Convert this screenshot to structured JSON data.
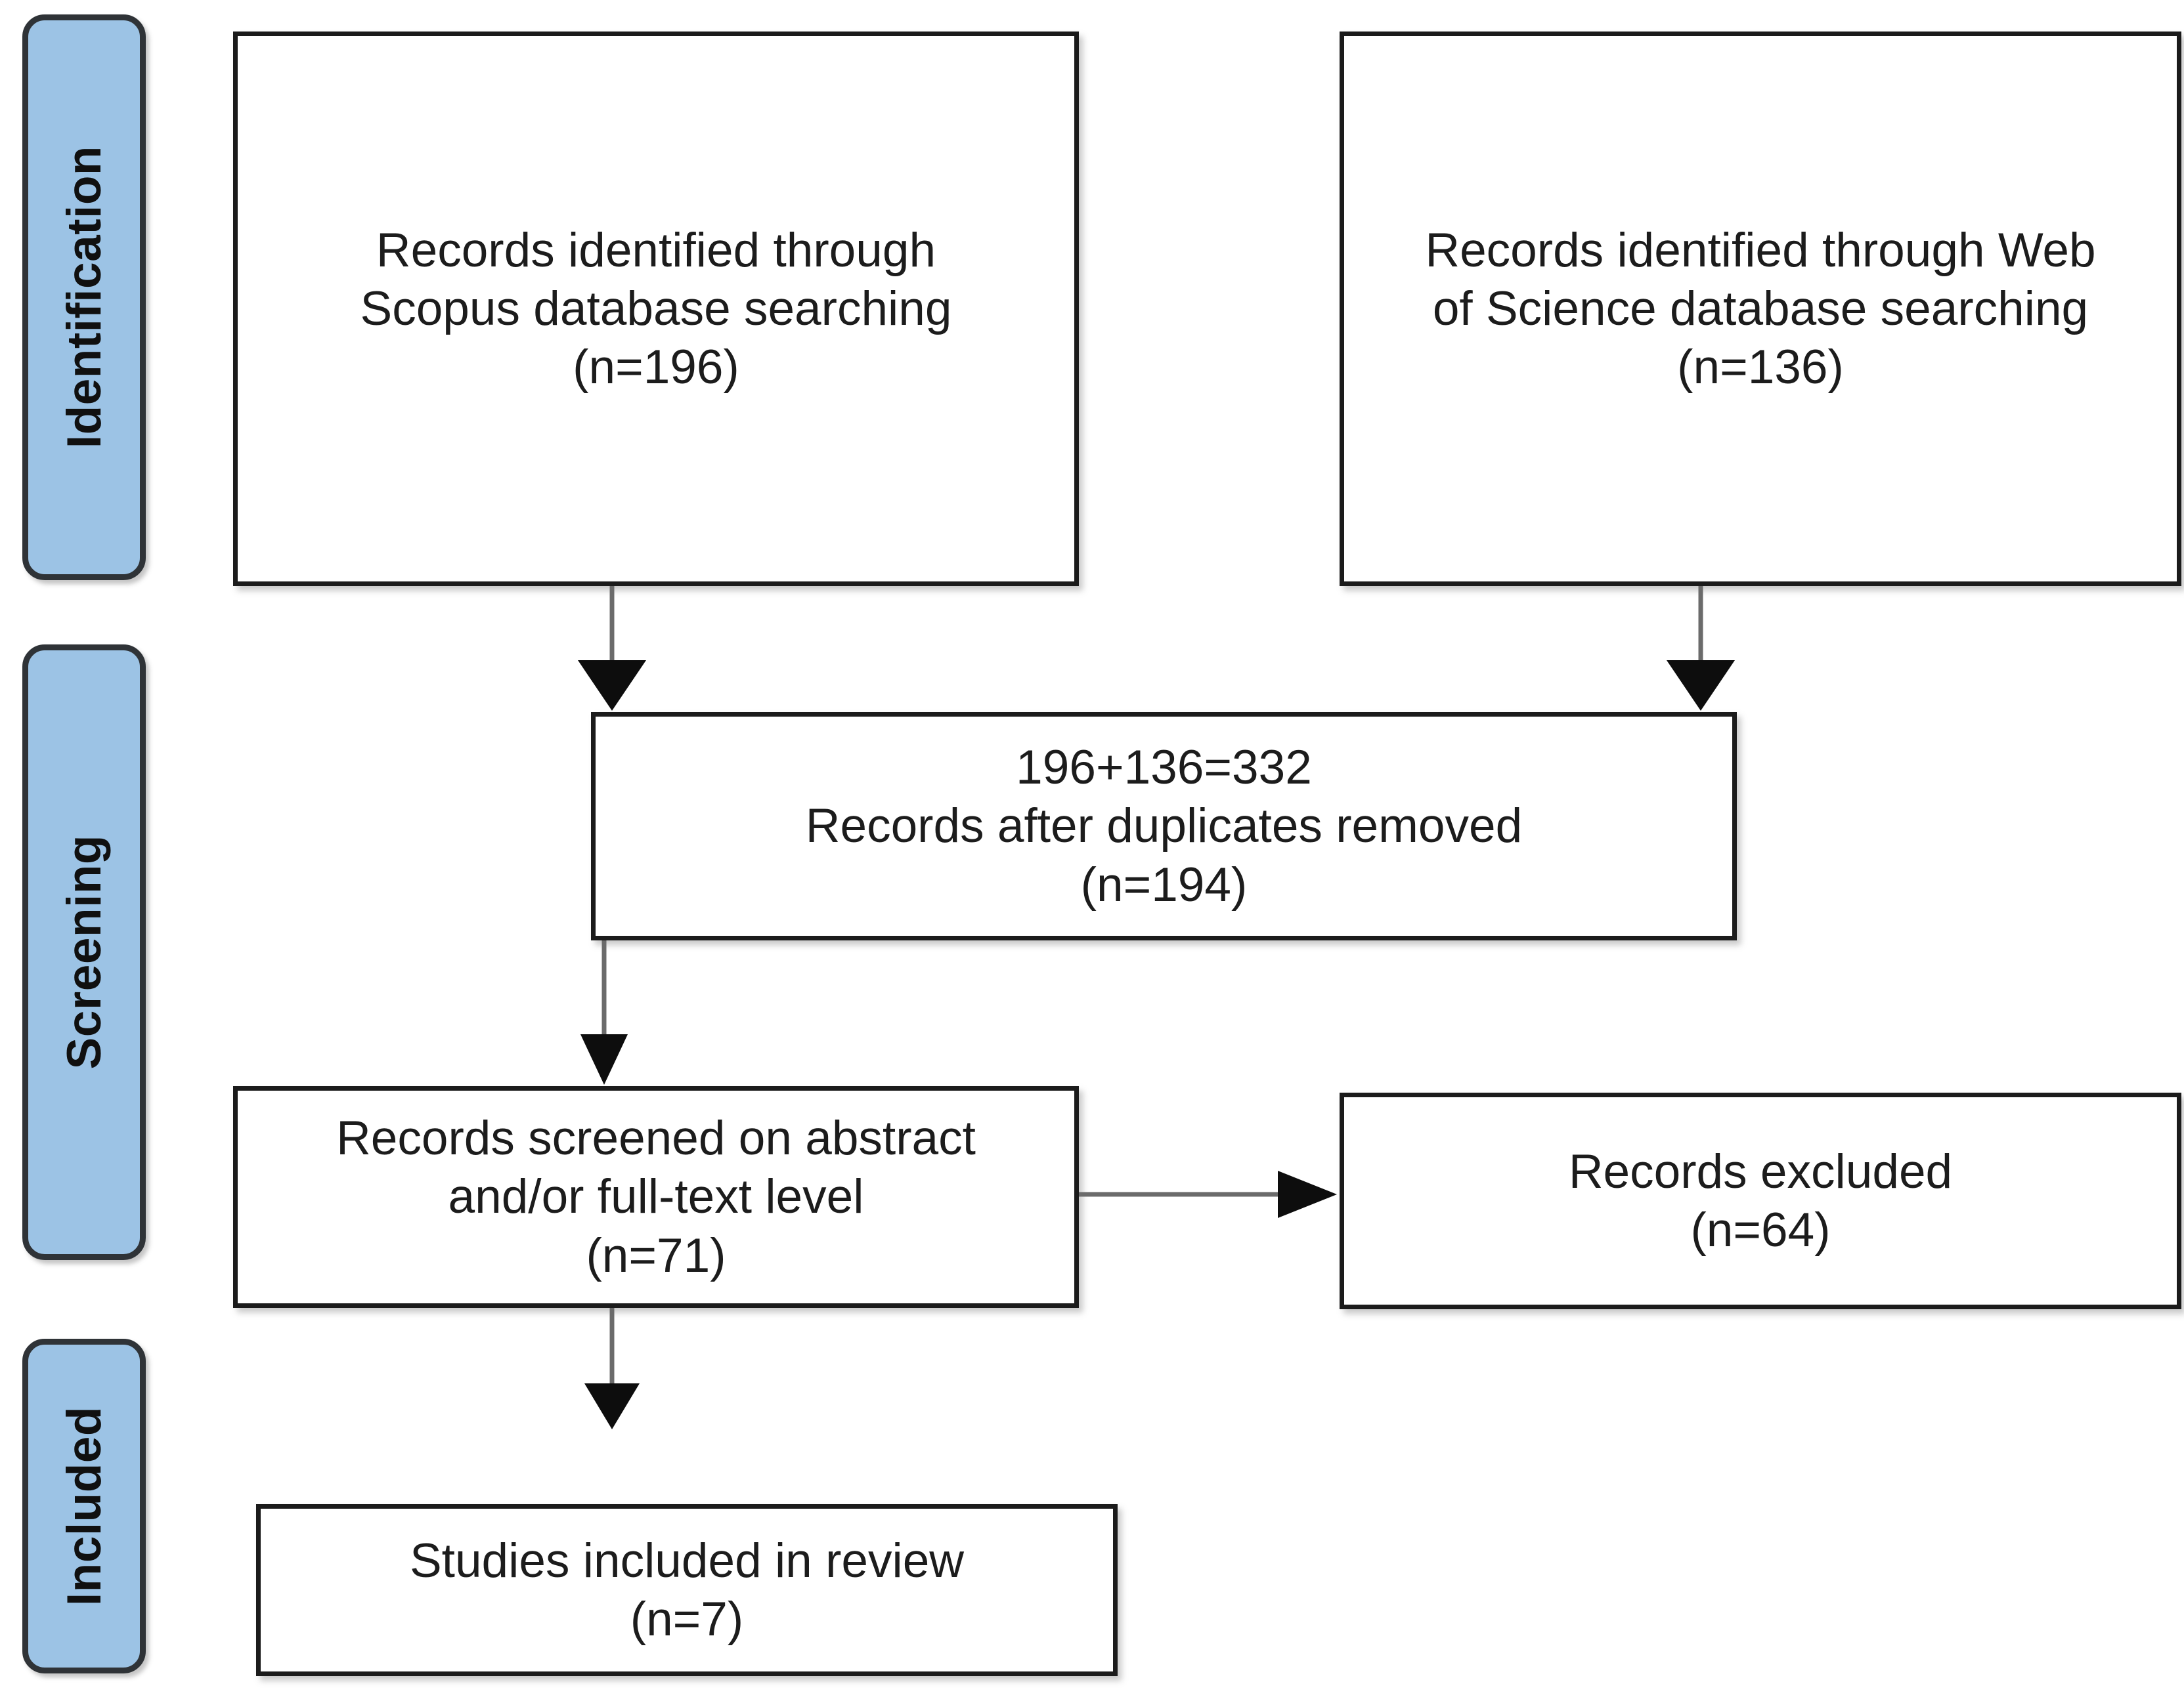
{
  "diagram": {
    "type": "prisma-flow-diagram",
    "phases": [
      {
        "id": "identification",
        "label": "Identification"
      },
      {
        "id": "screening",
        "label": "Screening"
      },
      {
        "id": "included",
        "label": "Included"
      }
    ],
    "boxes": [
      {
        "id": "scopus",
        "phase": "identification",
        "text": "Records identified through\nScopus database searching\n(n=196)",
        "count": 196
      },
      {
        "id": "wos",
        "phase": "identification",
        "text": "Records identified through Web\nof Science database searching\n(n=136)",
        "count": 136
      },
      {
        "id": "duplicates",
        "phase": "screening",
        "text": "196+136=332\nRecords after duplicates removed\n(n=194)",
        "count": 194
      },
      {
        "id": "screened",
        "phase": "screening",
        "text": "Records screened on abstract\nand/or full-text level\n(n=71)",
        "count": 71
      },
      {
        "id": "excluded",
        "phase": "screening",
        "text": "Records excluded\n(n=64)",
        "count": 64
      },
      {
        "id": "included",
        "phase": "included",
        "text": "Studies included in review\n(n=7)",
        "count": 7
      }
    ],
    "connectors": [
      {
        "id": "scopus-to-duplicates",
        "from": "scopus",
        "to": "duplicates",
        "direction": "down"
      },
      {
        "id": "wos-to-duplicates",
        "from": "wos",
        "to": "duplicates",
        "direction": "down"
      },
      {
        "id": "duplicates-to-screened",
        "from": "duplicates",
        "to": "screened",
        "direction": "down"
      },
      {
        "id": "screened-to-excluded",
        "from": "screened",
        "to": "excluded",
        "direction": "right"
      },
      {
        "id": "screened-to-included",
        "from": "screened",
        "to": "included",
        "direction": "down"
      }
    ],
    "colors": {
      "phase_fill": "#9cc3e5",
      "phase_border": "#2f3337",
      "box_border": "#1b1b1b",
      "box_fill": "#ffffff",
      "arrow": "#555555",
      "background": "#ffffff"
    }
  }
}
